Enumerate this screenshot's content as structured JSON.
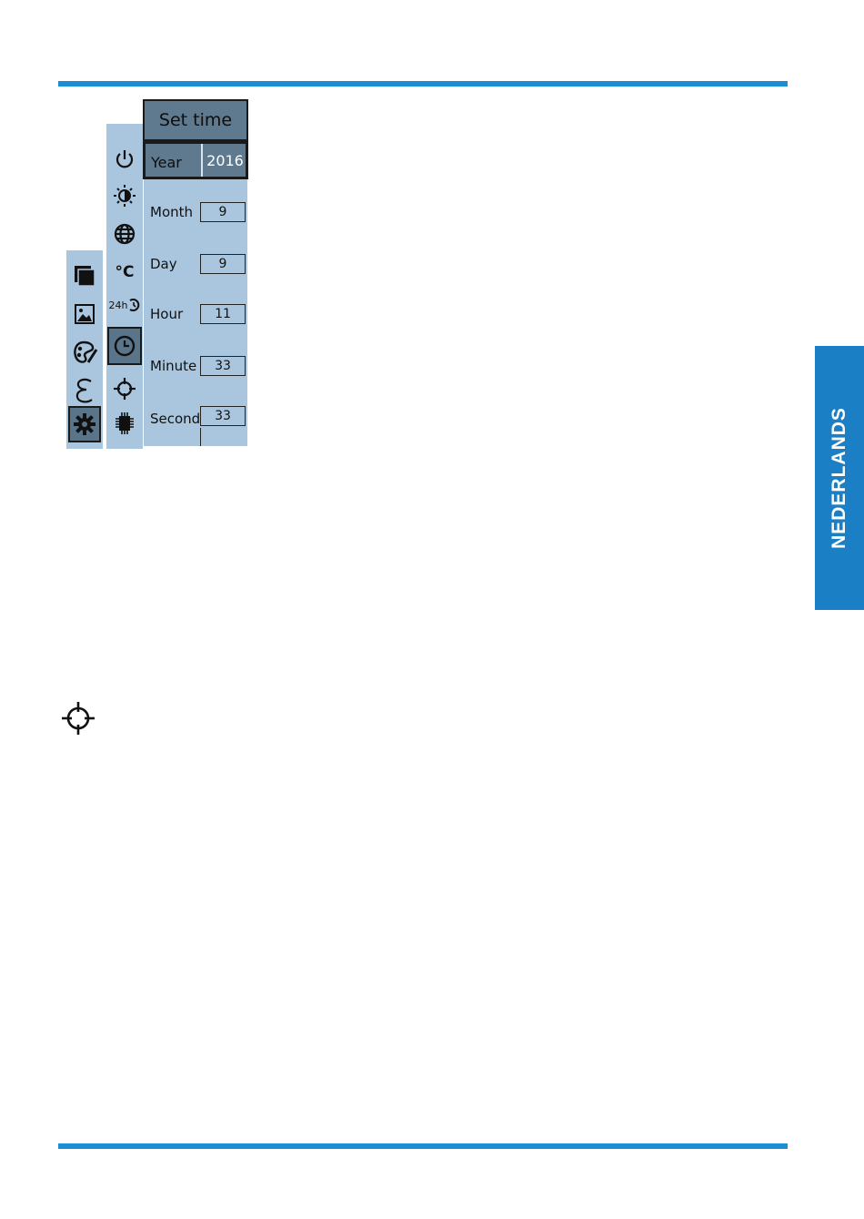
{
  "side_tab": {
    "label": "NEDERLANDS"
  },
  "menu": {
    "title": "Set time",
    "year": {
      "label": "Year",
      "value": "2016"
    },
    "rows": [
      {
        "label": "Month",
        "value": "9"
      },
      {
        "label": "Day",
        "value": "9"
      },
      {
        "label": "Hour",
        "value": "11"
      },
      {
        "label": "Minute",
        "value": "33"
      },
      {
        "label": "Second",
        "value": "33"
      }
    ],
    "temp_icon_text": "°C",
    "clock_format_text": "24h"
  },
  "icons": {
    "main_menu": [
      "picture-in-picture-icon",
      "image-icon",
      "color-palette-icon",
      "eco-icon",
      "settings-gear-icon"
    ],
    "settings_menu": [
      "power-icon",
      "brightness-icon",
      "language-globe-icon",
      "temperature-icon",
      "clock-format-icon",
      "clock-icon",
      "crosshair-icon",
      "chip-icon"
    ],
    "standalone": "crosshair-icon"
  },
  "colors": {
    "accent_blue": "#1a8fd6",
    "side_tab_blue": "#1a7fc4",
    "menu_bg": "#a9c6de",
    "menu_selected": "#5f7a8f"
  }
}
